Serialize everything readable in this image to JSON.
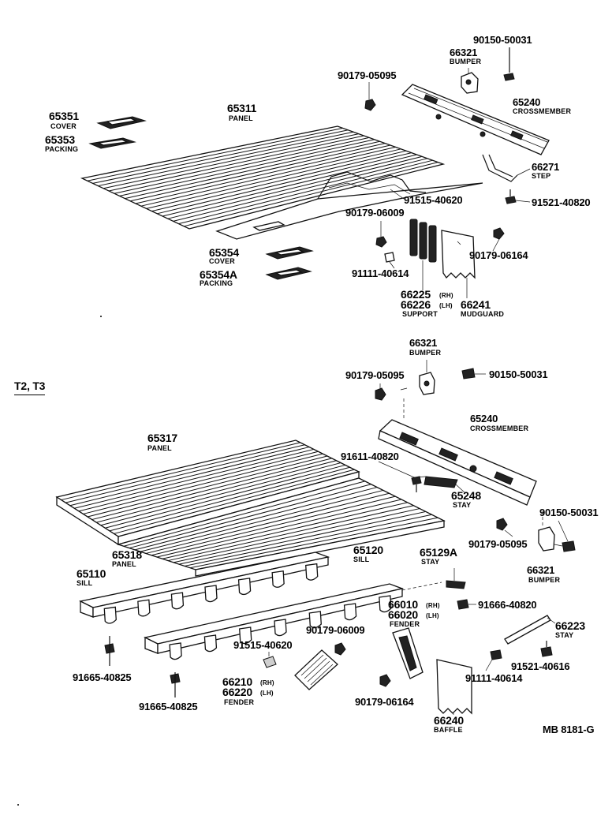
{
  "top": {
    "p90150_50031": "90150-50031",
    "p66321": "66321",
    "bumper": "BUMPER",
    "p90179_05095": "90179-05095",
    "p65240": "65240",
    "crossmember": "CROSSMEMBER",
    "p65351": "65351",
    "cover": "COVER",
    "p65353": "65353",
    "packing": "PACKING",
    "p65311": "65311",
    "panel": "PANEL",
    "p66271": "66271",
    "step": "STEP",
    "p91515_40620": "91515-40620",
    "p91521_40820": "91521-40820",
    "p90179_06009": "90179-06009",
    "p90179_06164": "90179-06164",
    "p65354": "65354",
    "cover2": "COVER",
    "p65354A": "65354A",
    "packing2": "PACKING",
    "p91111_40614": "91111-40614",
    "p66225": "66225",
    "rh": "(RH)",
    "p66226": "66226",
    "lh": "(LH)",
    "support": "SUPPORT",
    "p66241": "66241",
    "mudguard": "MUDGUARD"
  },
  "bottom": {
    "section_label": "T2, T3",
    "p66321": "66321",
    "bumper": "BUMPER",
    "p90179_05095": "90179-05095",
    "p90150_50031": "90150-50031",
    "p65240": "65240",
    "crossmember": "CROSSMEMBER",
    "p65317": "65317",
    "panel": "PANEL",
    "p91611_40820": "91611-40820",
    "p65248": "65248",
    "stay": "STAY",
    "p90150_50031b": "90150-50031",
    "p90179_05095b": "90179-05095",
    "p66321b": "66321",
    "bumper2": "BUMPER",
    "p65318": "65318",
    "panel2": "PANEL",
    "p65120": "65120",
    "sill": "SILL",
    "p65110": "65110",
    "sill2": "SILL",
    "p65129A": "65129A",
    "stay2": "STAY",
    "p66010": "66010",
    "rh": "(RH)",
    "p66020": "66020",
    "lh": "(LH)",
    "fender": "FENDER",
    "p91666_40820": "91666-40820",
    "p66223": "66223",
    "stay3": "STAY",
    "p90179_06009": "90179-06009",
    "p91515_40620": "91515-40620",
    "p91665_40825a": "91665-40825",
    "p66210": "66210",
    "rh2": "(RH)",
    "p66220": "66220",
    "lh2": "(LH)",
    "fender2": "FENDER",
    "p91521_40616": "91521-40616",
    "p91111_40614": "91111-40614",
    "p90179_06164": "90179-06164",
    "p91665_40825b": "91665-40825",
    "p66240": "66240",
    "baffle": "BAFFLE",
    "diagram_code": "MB 8181-G"
  }
}
